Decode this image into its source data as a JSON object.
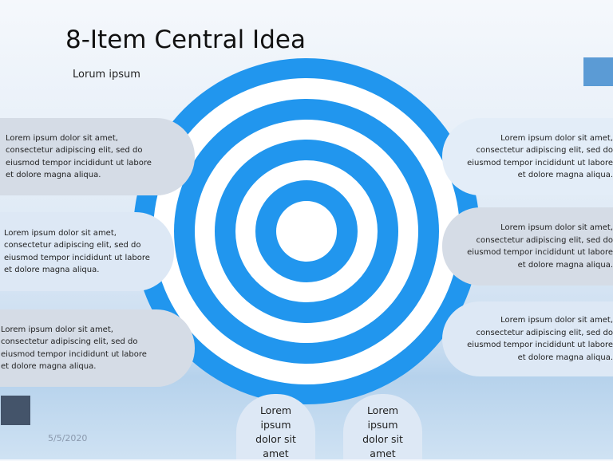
{
  "slide": {
    "title": "8-Item Central Idea",
    "subtitle": "Lorum ipsum",
    "date": "5/5/2020"
  },
  "colors": {
    "ring_blue": "#2196ee",
    "ring_white": "#ffffff",
    "accent_square": "#5b9bd5",
    "dark_square": "#44546a",
    "callout_gray": "#d5dce6",
    "callout_light": "#dde8f5"
  },
  "target": {
    "ring_count": 8,
    "center_color": "white"
  },
  "callouts": {
    "left": [
      {
        "lines": [
          "Lorem ipsum dolor sit amet,",
          "consectetur adipiscing elit, sed do",
          "eiusmod tempor incididunt ut labore",
          "et dolore magna aliqua."
        ]
      },
      {
        "lines": [
          "Lorem ipsum dolor sit amet,",
          "consectetur adipiscing elit, sed do",
          "eiusmod tempor incididunt ut labore",
          "et dolore magna aliqua."
        ]
      },
      {
        "lines": [
          "Lorem ipsum dolor sit amet,",
          "consectetur adipiscing elit, sed do",
          "eiusmod tempor incididunt ut labore",
          "et dolore magna aliqua."
        ]
      }
    ],
    "right": [
      {
        "lines": [
          "Lorem ipsum dolor sit amet,",
          "consectetur adipiscing elit, sed do",
          "eiusmod tempor incididunt ut labore",
          "et dolore magna aliqua."
        ]
      },
      {
        "lines": [
          "Lorem ipsum dolor sit amet,",
          "consectetur adipiscing elit, sed do",
          "eiusmod tempor incididunt ut labore",
          "et dolore magna aliqua."
        ]
      },
      {
        "lines": [
          "Lorem ipsum dolor sit amet,",
          "consectetur adipiscing elit, sed do",
          "eiusmod tempor incididunt ut labore",
          "et dolore magna aliqua."
        ]
      }
    ],
    "bottom": [
      {
        "lines": [
          "Lorem",
          "ipsum",
          "dolor sit",
          "amet"
        ]
      },
      {
        "lines": [
          "Lorem",
          "ipsum",
          "dolor sit",
          "amet"
        ]
      }
    ]
  }
}
